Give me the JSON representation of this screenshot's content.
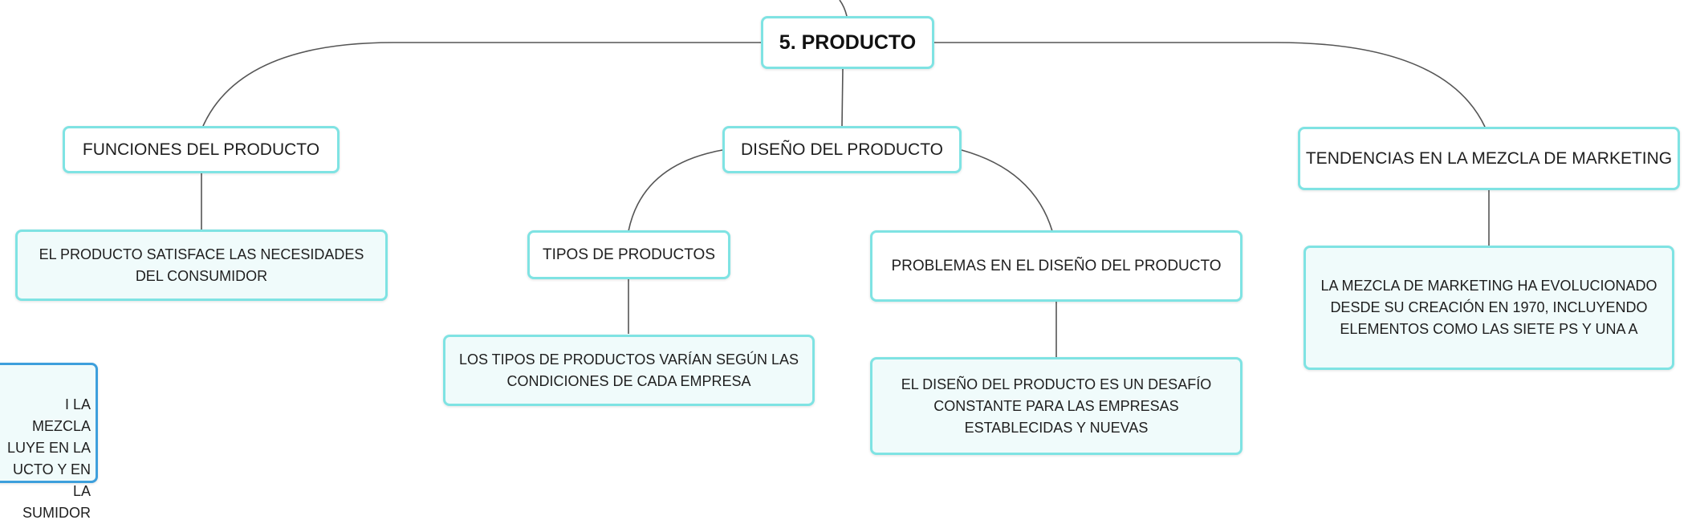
{
  "root": {
    "label": "5. PRODUCTO"
  },
  "topics": {
    "funciones": {
      "label": "FUNCIONES DEL PRODUCTO"
    },
    "diseno": {
      "label": "DISEÑO DEL PRODUCTO"
    },
    "tendencias": {
      "label": "TENDENCIAS EN LA MEZCLA DE MARKETING"
    },
    "tipos": {
      "label": "TIPOS DE PRODUCTOS"
    },
    "problemas": {
      "label": "PROBLEMAS EN EL DISEÑO DEL PRODUCTO"
    }
  },
  "leaves": {
    "funciones_desc": {
      "line1": "EL PRODUCTO SATISFACE LAS NECESIDADES",
      "line2": "DEL CONSUMIDOR"
    },
    "tipos_desc": {
      "line1": "LOS TIPOS DE PRODUCTOS VARÍAN SEGÚN LAS",
      "line2": "CONDICIONES DE CADA EMPRESA"
    },
    "problemas_desc": {
      "line1": "EL DISEÑO DEL PRODUCTO ES UN DESAFÍO",
      "line2": "CONSTANTE PARA LAS EMPRESAS",
      "line3": "ESTABLECIDAS Y NUEVAS"
    },
    "tendencias_desc": {
      "line1": "LA MEZCLA DE MARKETING HA EVOLUCIONADO",
      "line2": "DESDE SU CREACIÓN EN 1970, INCLUYENDO",
      "line3": "ELEMENTOS COMO LAS SIETE PS Y UNA A"
    }
  },
  "partial_node": {
    "line1": "I LA MEZCLA",
    "line2": "LUYE EN LA",
    "line3": "UCTO Y EN LA",
    "line4": "SUMIDOR"
  },
  "colors": {
    "node_border": "#7fe3e3",
    "node_fill": "#f0fbfb",
    "partial_border": "#3d9fdc",
    "edge": "#555555"
  }
}
